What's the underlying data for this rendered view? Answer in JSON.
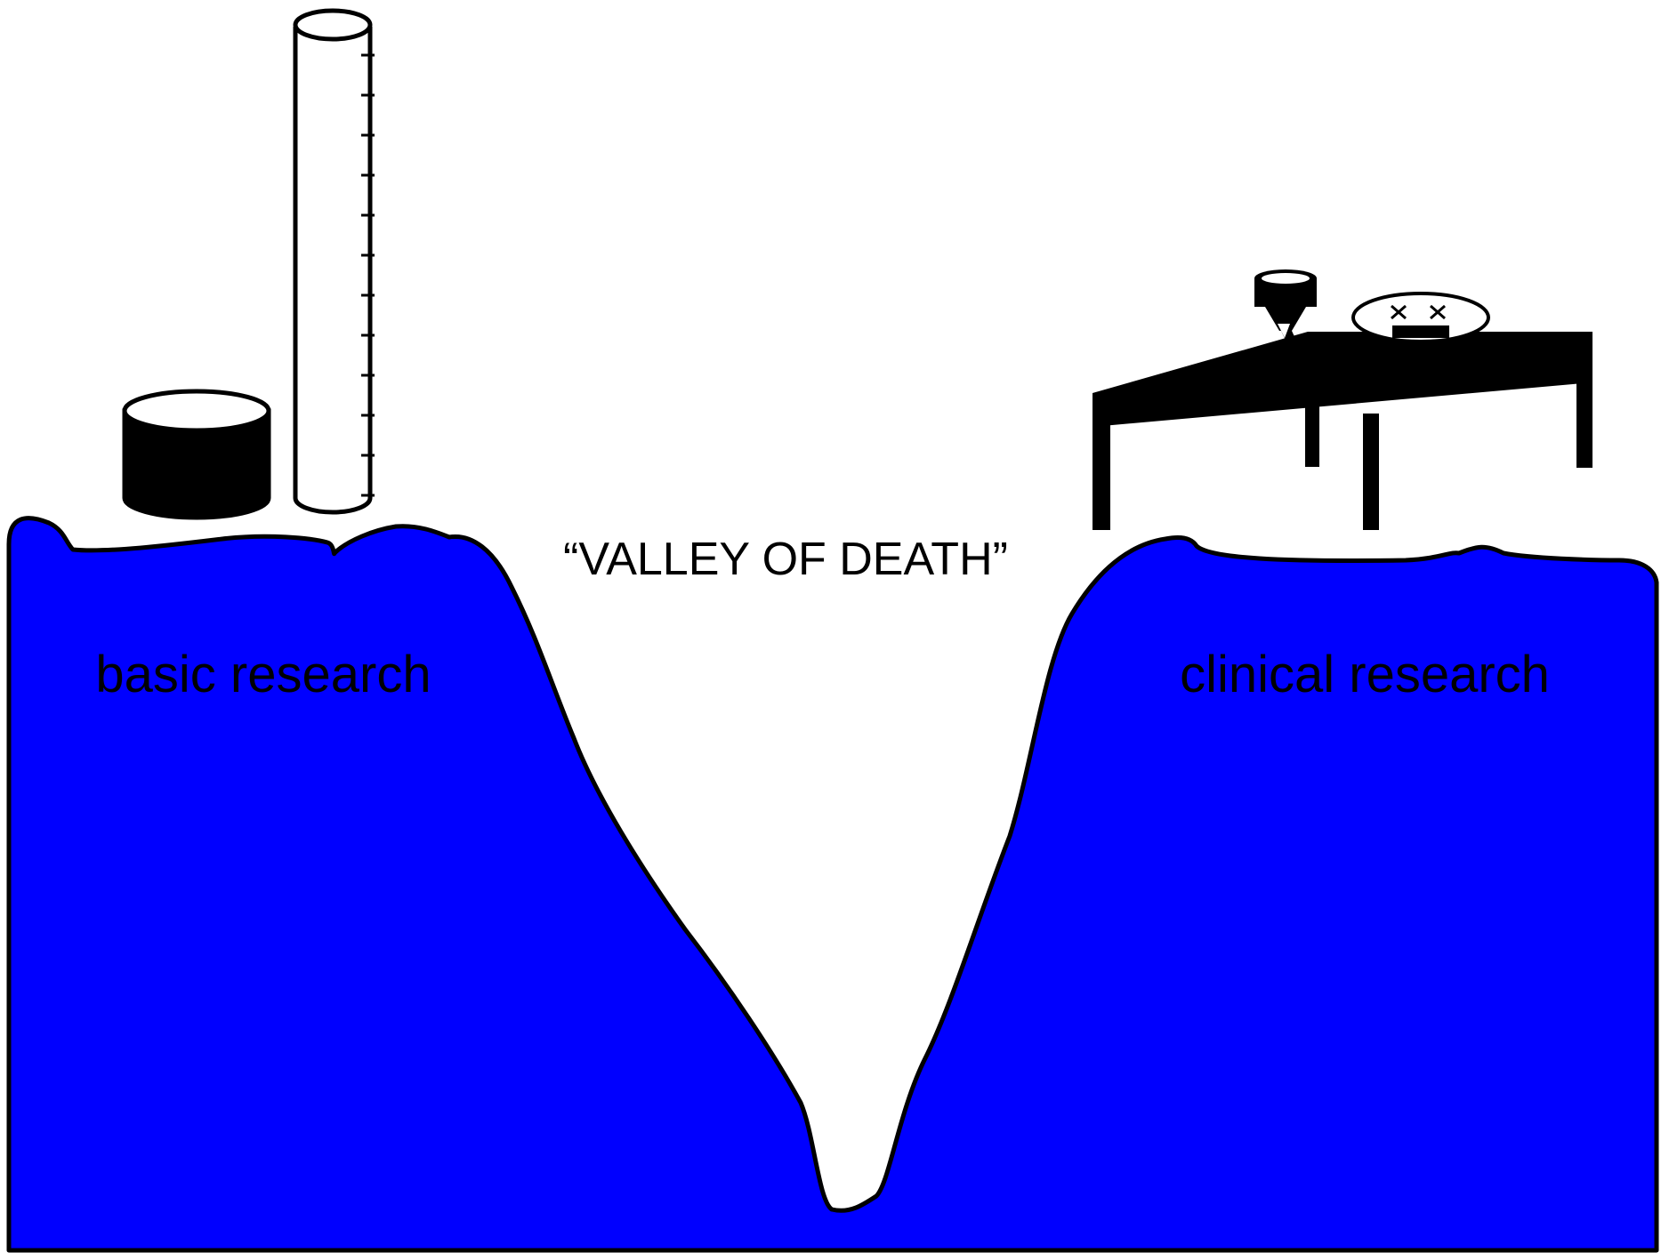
{
  "diagram": {
    "title": "“VALLEY OF DEATH”",
    "left_label": "basic research",
    "right_label": "clinical research",
    "left_icons": [
      "beaker-icon",
      "graduated-cylinder-icon"
    ],
    "right_icons": [
      "exam-table-icon",
      "exam-lamp-icon",
      "patient-face-icon"
    ]
  },
  "colors": {
    "terrain": "#0000ff",
    "outline": "#000000",
    "background": "#ffffff"
  }
}
